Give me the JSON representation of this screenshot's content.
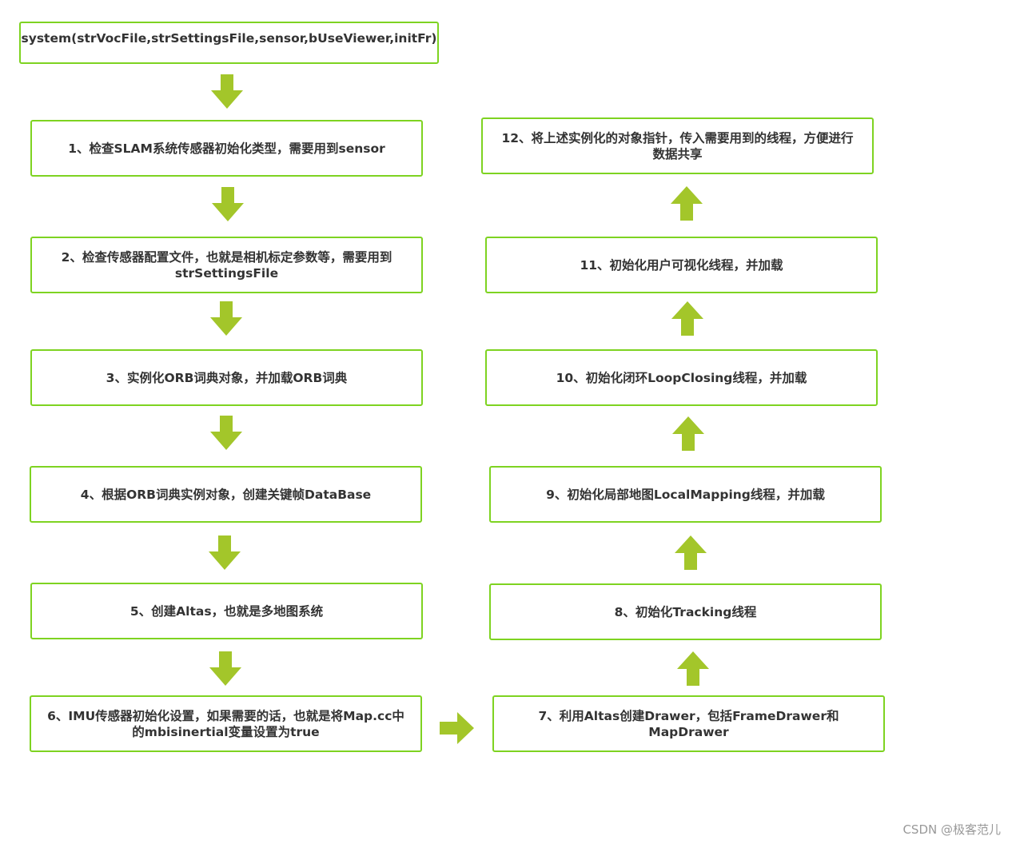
{
  "arrow_color": "#a3c62a",
  "border_color": "#7ed321",
  "nodes": {
    "system": "system(strVocFile,strSettingsFile,sensor,bUseViewer,initFr)",
    "n1": "1、检查SLAM系统传感器初始化类型，需要用到sensor",
    "n2": "2、检查传感器配置文件，也就是相机标定参数等，需要用到strSettingsFile",
    "n3": "3、实例化ORB词典对象，并加载ORB词典",
    "n4": "4、根据ORB词典实例对象，创建关键帧DataBase",
    "n5": "5、创建Altas，也就是多地图系统",
    "n6": "6、IMU传感器初始化设置，如果需要的话，也就是将Map.cc中的mbisinertial变量设置为true",
    "n7": "7、利用Altas创建Drawer，包括FrameDrawer和MapDrawer",
    "n8": "8、初始化Tracking线程",
    "n9": "9、初始化局部地图LocalMapping线程，并加载",
    "n10": "10、初始化闭环LoopClosing线程，并加载",
    "n11": "11、初始化用户可视化线程，并加载",
    "n12": "12、将上述实例化的对象指针，传入需要用到的线程，方便进行数据共享"
  },
  "watermark": "CSDN @极客范儿"
}
